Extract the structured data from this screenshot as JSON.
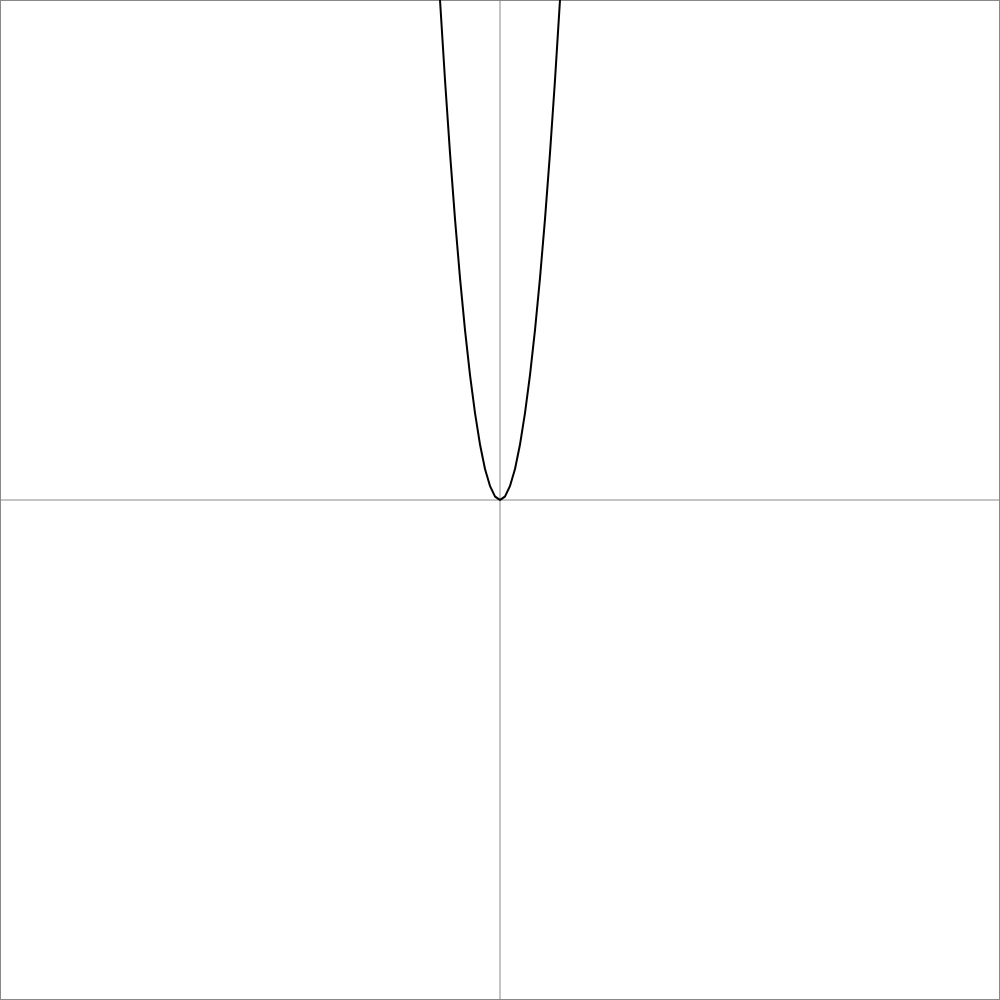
{
  "chart_data": {
    "type": "line",
    "title": "",
    "xlabel": "",
    "ylabel": "",
    "xlim": [
      -10,
      10
    ],
    "ylim": [
      -10,
      10
    ],
    "grid": false,
    "legend": "none",
    "axes_color": "#888888",
    "frame_color": "#888888",
    "series": [
      {
        "color": "#000000",
        "x": [
          -1.2,
          -1.1,
          -1.0,
          -0.9,
          -0.8,
          -0.7,
          -0.6,
          -0.5,
          -0.4,
          -0.3,
          -0.2,
          -0.1,
          0.0,
          0.1,
          0.2,
          0.3,
          0.4,
          0.5,
          0.6,
          0.7,
          0.8,
          0.9,
          1.0,
          1.1,
          1.2
        ],
        "y": [
          10.0,
          8.4,
          6.94,
          5.62,
          4.44,
          3.4,
          2.5,
          1.74,
          1.11,
          0.62,
          0.28,
          0.07,
          0.0,
          0.07,
          0.28,
          0.62,
          1.11,
          1.74,
          2.5,
          3.4,
          4.44,
          5.62,
          6.94,
          8.4,
          10.0
        ]
      }
    ]
  }
}
